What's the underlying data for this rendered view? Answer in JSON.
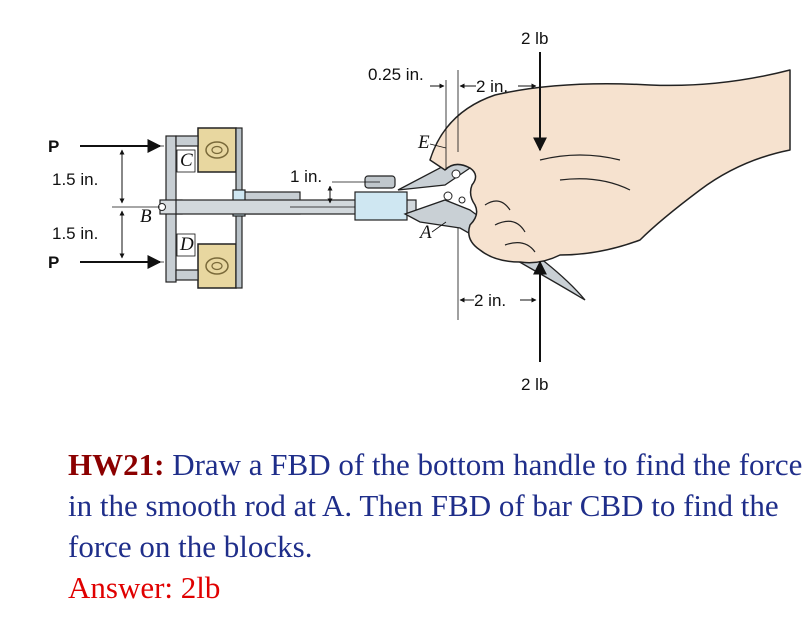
{
  "figure": {
    "force_P_top": "P",
    "force_P_bottom": "P",
    "dim_left_top": "1.5 in.",
    "dim_left_bottom": "1.5 in.",
    "dim_rod_offset": "1 in.",
    "dim_pin_offset": "0.25 in.",
    "dim_top_arm": "2 in.",
    "dim_bottom_arm": "2 in.",
    "force_top": "2 lb",
    "force_bottom": "2 lb",
    "point_C": "C",
    "point_B": "B",
    "point_D": "D",
    "point_E": "E",
    "point_A": "A"
  },
  "problem": {
    "label": "HW21:",
    "statement": " Draw a FBD of the bottom handle to find the force in the smooth rod at A.  Then FBD of bar CBD to find the force on the blocks.",
    "answer": "Answer:  2lb"
  }
}
